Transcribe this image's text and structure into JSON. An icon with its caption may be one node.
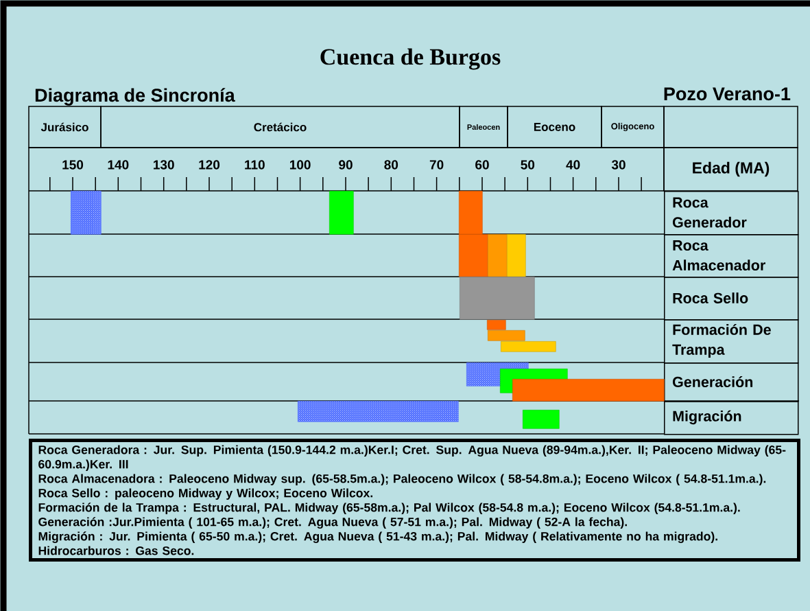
{
  "diagram": {
    "title": "Cuenca de Burgos",
    "nodes": [
      {
        "text": [
          "Jurásico"
        ]
      },
      {
        "text": [
          "Cretácico"
        ]
      },
      {
        "text": [
          "Paleocen"
        ]
      },
      {
        "text": [
          "Eoceno"
        ]
      },
      {
        "text": [
          "Oligoceno"
        ]
      },
      {
        "text": [],
        "shape": "box"
      },
      {
        "text": [
          "Edad (MA)"
        ]
      },
      {
        "text": [
          "Roca Generador"
        ]
      },
      {
        "text": [
          "Roca Almacenador"
        ]
      },
      {
        "text": [
          "Roca Sello"
        ]
      },
      {
        "text": [
          "Formación De Trampa"
        ]
      },
      {
        "text": [
          "Generación"
        ]
      },
      {
        "text": [
          "Migración"
        ]
      },
      {
        "text": [],
        "shape": "bar"
      },
      {
        "text": [],
        "shape": "bar"
      },
      {
        "text": [],
        "shape": "bar"
      },
      {
        "text": [],
        "shape": "bar"
      },
      {
        "text": [],
        "shape": "bar"
      },
      {
        "text": [],
        "shape": "bar"
      },
      {
        "text": [],
        "shape": "bar"
      },
      {
        "text": [],
        "shape": "bar"
      },
      {
        "text": [],
        "shape": "bar"
      },
      {
        "text": [],
        "shape": "bar"
      },
      {
        "text": [],
        "shape": "bar"
      },
      {
        "text": [],
        "shape": "bar"
      },
      {
        "text": [],
        "shape": "bar"
      },
      {
        "text": [],
        "shape": "bar"
      },
      {
        "text": [],
        "shape": "bar"
      },
      {
        "text": [
          "Roca Generadora : Jur. Sup. Pimienta (150.9-144.2 m.a.)Ker.I; Cret. Sup. Agua Nueva (89-94m.a.),Ker. II; Paleoceno Midway (65-60.9m.a.)Ker. III",
          "Roca Almacenadora : Paleoceno Midway sup. (65-58.5m.a.); Paleoceno Wilcox ( 58-54.8m.a.); Eoceno Wilcox ( 54.8-51.1m.a.).",
          "Roca Sello : paleoceno Midway y Wilcox; Eoceno Wilcox.",
          "Formación de la Trampa : Estructural, PAL. Midway (65-58m.a.); Pal Wilcox (58-54.8 m.a.); Eoceno Wilcox (54.8-51.1m.a.).",
          "Generación :Jur.Pimienta ( 101-65 m.a.); Cret. Agua Nueva ( 57-51 m.a.); Pal. Midway ( 52-A la fecha).",
          "Migración :  Jur. Pimienta ( 65-50 m.a.); Cret. Agua Nueva ( 51-43 m.a.); Pal. Midway ( Relativamente no ha migrado).",
          "Hidrocarburos : Gas Seco."
        ]
      }
    ],
    "labels": [
      "Diagrama de Sincronía",
      "Pozo Verano-1",
      "150",
      "140",
      "130",
      "120",
      "110",
      "100",
      "90",
      "80",
      "70",
      "60",
      "50",
      "40",
      "30"
    ]
  }
}
